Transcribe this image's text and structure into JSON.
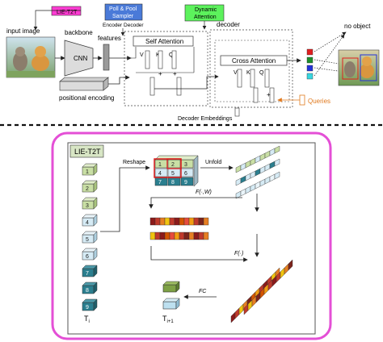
{
  "top": {
    "input_label": "input image",
    "backbone_label": "backbone",
    "cnn_label": "CNN",
    "features_label": "features",
    "positional_label": "positional encoding",
    "lie_tag": "LIE-T2T",
    "pool_line1": "Poll & Pool",
    "pool_line2": "Sampler",
    "encoder_decoder_label": "Encoder Decoder",
    "dynamic_line1": "Dynamic",
    "dynamic_line2": "Attention",
    "decoder_label": "decoder",
    "self_attention": "Self Attention",
    "cross_attention": "Cross Attention",
    "v1": "V",
    "k1": "K",
    "q1": "Q",
    "v2": "V",
    "k2": "K",
    "q2": "Q",
    "plus_a": "+",
    "plus_b": "+",
    "plus_c": "+",
    "queries_label": "Queries",
    "decoder_embeddings": "Decoder Embeddings",
    "no_object": "no object",
    "colors": {
      "pink_tag": "#ff3bd3",
      "blue_tag": "#4a7ad8",
      "green_tag": "#5cf25c",
      "orange": "#e07a1f"
    }
  },
  "bottom": {
    "title": "LIE-T2T",
    "tokens": [
      "1",
      "2",
      "3",
      "4",
      "5",
      "6",
      "7",
      "8",
      "9"
    ],
    "t_i": "T",
    "t_i_sub": "i",
    "t_next": "T",
    "t_next_sub": "i+1",
    "reshape": "Reshape",
    "unfold": "Unfold",
    "fw": "F(·,W)",
    "f": "F(·)",
    "fc": "FC",
    "grid_numbers": [
      "1",
      "2",
      "3",
      "4",
      "5",
      "6",
      "7",
      "8",
      "9"
    ],
    "colors": {
      "frame": "#e44fd6",
      "light_green": "#c9dfa5",
      "light_blue": "#cfe4f2",
      "teal": "#2b7f8f",
      "red": "#c0392b"
    }
  }
}
